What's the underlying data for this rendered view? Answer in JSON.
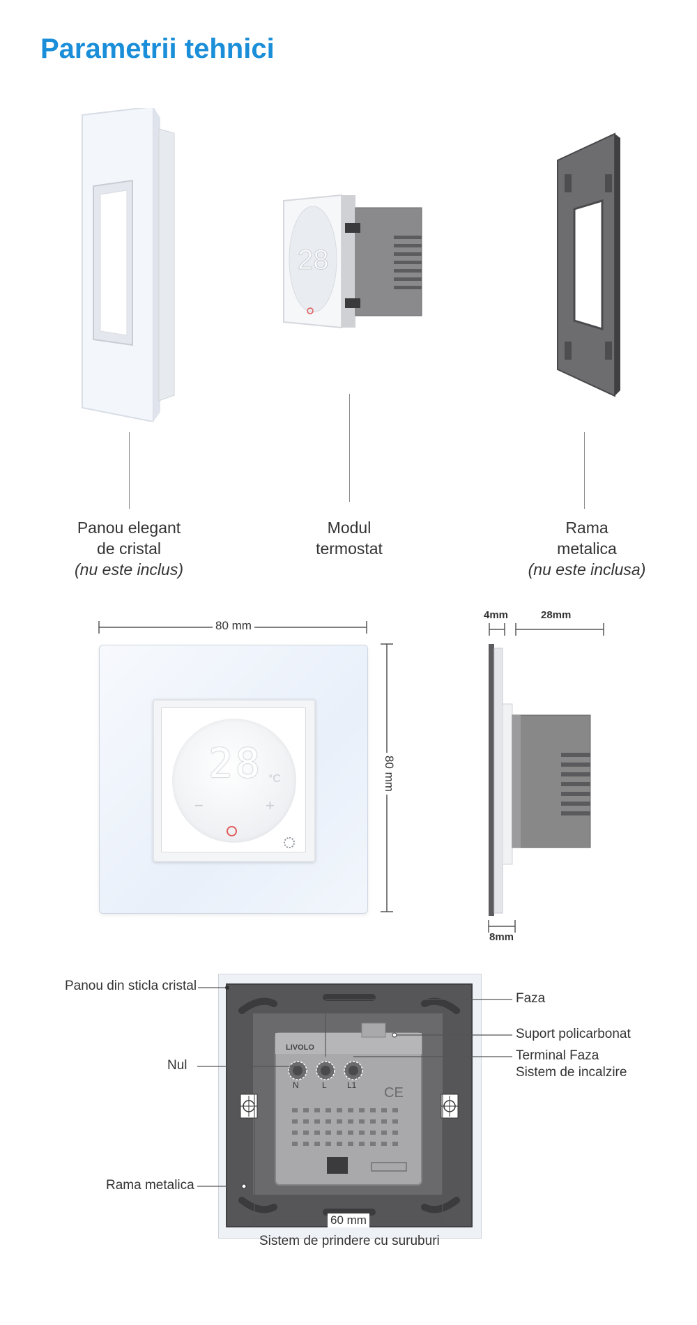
{
  "title": "Parametrii tehnici",
  "components": [
    {
      "line1": "Panou elegant",
      "line2": "de cristal",
      "note": "(nu este inclus)"
    },
    {
      "line1": "Modul",
      "line2": "termostat",
      "note": ""
    },
    {
      "line1": "Rama",
      "line2": "metalica",
      "note": "(nu este inclusa)"
    }
  ],
  "front_view": {
    "width_label": "80 mm",
    "height_label": "80 mm",
    "display_digits": "28",
    "unit": "°C",
    "minus": "−",
    "plus": "+"
  },
  "side_view": {
    "depth_front": "4mm",
    "depth_module": "28mm",
    "depth_back": "8mm"
  },
  "back_view": {
    "callouts_left": [
      "Panou din sticla cristal",
      "Nul",
      "Rama metalica"
    ],
    "callouts_right": [
      "Faza",
      "Suport policarbonat",
      "Terminal Faza",
      "Sistem de incalzire"
    ],
    "screw_distance": "60 mm",
    "screw_caption": "Sistem de prindere cu suruburi",
    "terminals": [
      "N",
      "L",
      "L1"
    ],
    "brand": "LIVOLO"
  },
  "colors": {
    "title": "#1a8ed8",
    "glass": "#eef3fb",
    "module": "#7b7b7b",
    "frame": "#5e5e61"
  }
}
